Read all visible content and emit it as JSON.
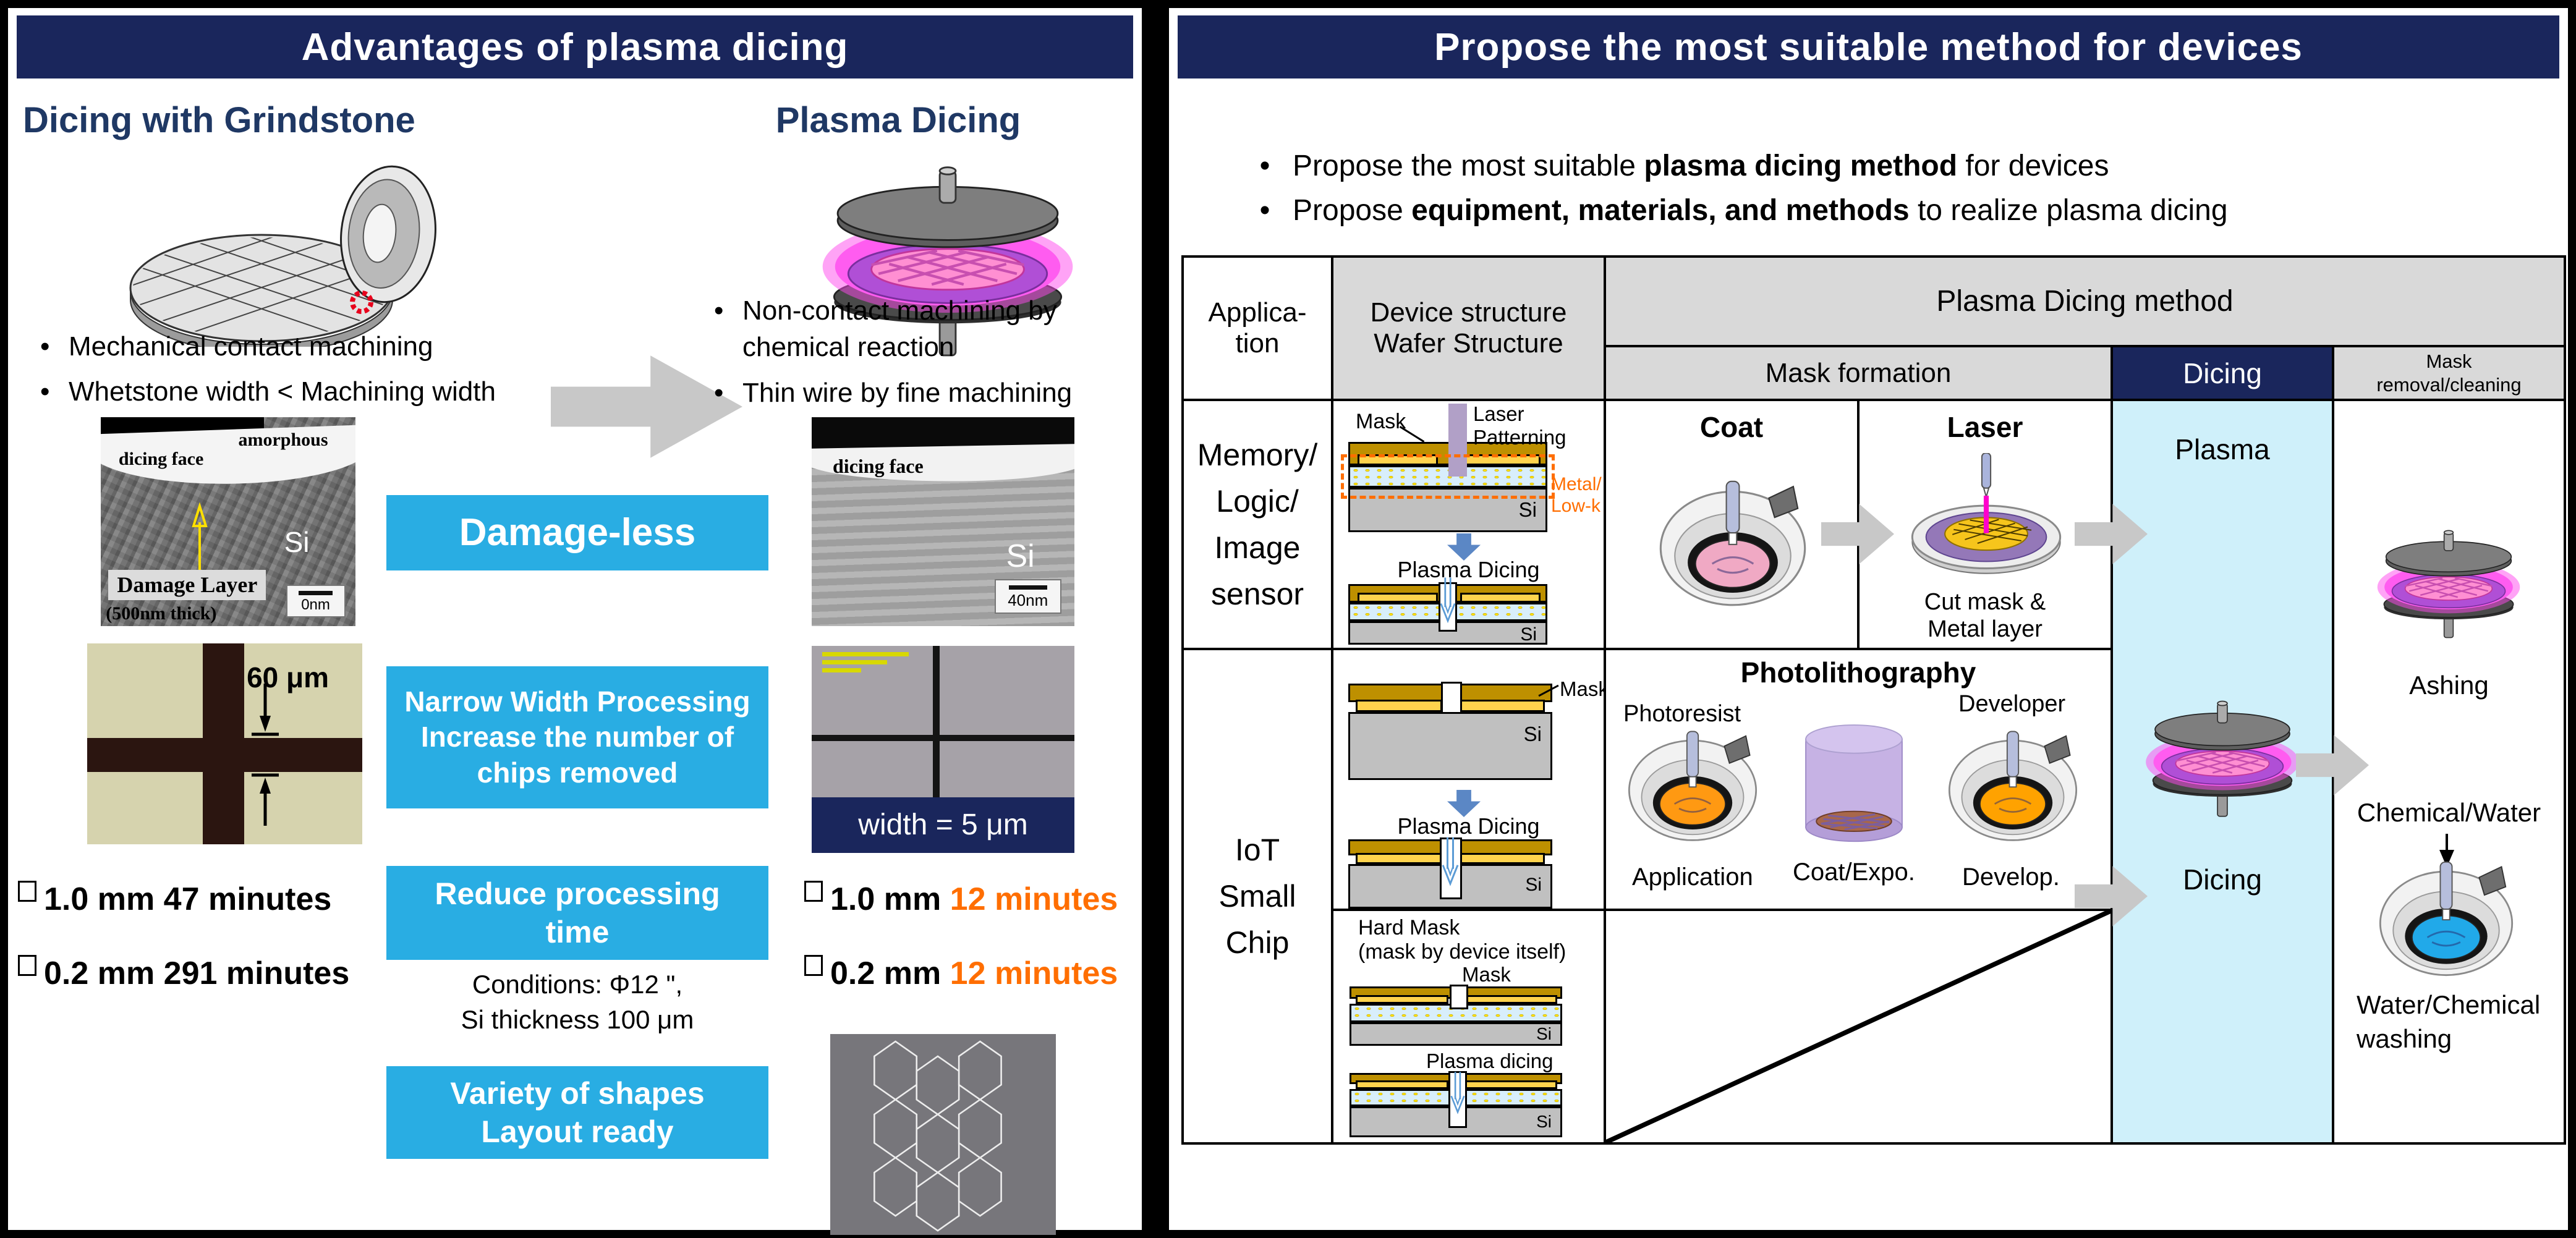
{
  "colors": {
    "header_navy": "#1A265C",
    "heading_navy": "#1F3864",
    "callout_cyan": "#29ADE3",
    "dicing_col_cyan": "#CFF0FA",
    "accent_orange": "#FF6E00",
    "table_header_gray": "#D9D9D9"
  },
  "left": {
    "title": "Advantages of plasma dicing",
    "grind_heading": "Dicing with Grindstone",
    "plasma_heading": "Plasma Dicing",
    "grind_bullets": [
      "Mechanical contact machining",
      "Whetstone width < Machining width"
    ],
    "plasma_bullets": [
      "Non-contact machining  by chemical reaction",
      "Thin wire by fine machining"
    ],
    "sem_grind": {
      "dicing_face": "dicing face",
      "amorphous": "amorphous",
      "si": "Si",
      "damage": "Damage Layer",
      "damage2": "(500nm thick)",
      "scale": "0nm"
    },
    "sem_plasma": {
      "dicing_face": "dicing face",
      "si": "Si",
      "scale": "40nm"
    },
    "micro_grind_label": "60 μm",
    "micro_plasma_label": "width = 5 μm",
    "callout_damage": "Damage-less",
    "callout_narrow": "Narrow Width Processing\nIncrease the number of\nchips removed",
    "callout_time": "Reduce processing\ntime",
    "callout_shapes": "Variety of shapes\nLayout ready",
    "conditions": "Conditions: Φ12 \",\nSi thickness 100 μm",
    "grind_times": [
      {
        "size": "1.0 mm",
        "time": "47 minutes"
      },
      {
        "size": "0.2 mm",
        "time": "291 minutes"
      }
    ],
    "plasma_times": [
      {
        "size": "1.0 mm",
        "time": "12 minutes"
      },
      {
        "size": "0.2 mm",
        "time": "12 minutes"
      }
    ]
  },
  "right": {
    "title": "Propose the most suitable method for devices",
    "bullets": [
      {
        "pre": "Propose the most suitable ",
        "bold": "plasma dicing method",
        "post": " for devices"
      },
      {
        "pre": "Propose ",
        "bold": "equipment, materials, and methods",
        "post": " to realize plasma dicing"
      }
    ],
    "table": {
      "h_application": "Applica-\ntion",
      "h_device": "Device structure\nWafer Structure",
      "h_method": "Plasma Dicing method",
      "h_mask_formation": "Mask formation",
      "h_dicing": "Dicing",
      "h_removal": "Mask\nremoval/cleaning",
      "row_memory": {
        "app": "Memory/\nLogic/\nImage\nsensor",
        "mask_label": "Mask",
        "laser_label": "Laser\nPatterning",
        "metal_label": "Metal/\nLow-k",
        "si1": "Si",
        "plasma_dicing_label": "Plasma Dicing",
        "si2": "Si",
        "coat": "Coat",
        "laser": "Laser",
        "laser_caption": "Cut mask &\nMetal layer",
        "dicing": "Plasma",
        "removal": "Ashing"
      },
      "row_iot": {
        "app": "IoT\nSmall\nChip",
        "mask_label": "Mask",
        "si1": "Si",
        "plasma_dicing_label": "Plasma Dicing",
        "si2": "Si",
        "hard_mask": "Hard Mask\n(mask by device itself)",
        "hm_mask_label": "Mask",
        "hm_si1": "Si",
        "hm_plasma_label": "Plasma dicing",
        "hm_si2": "Si",
        "photolith": "Photolithography",
        "photoresist": "Photoresist",
        "developer": "Developer",
        "cap_application": "Application",
        "cap_coat": "Coat/Expo.",
        "cap_develop": "Develop.",
        "dicing": "Dicing",
        "removal1": "Chemical/Water",
        "removal2": "Water/Chemical\nwashing"
      }
    }
  }
}
